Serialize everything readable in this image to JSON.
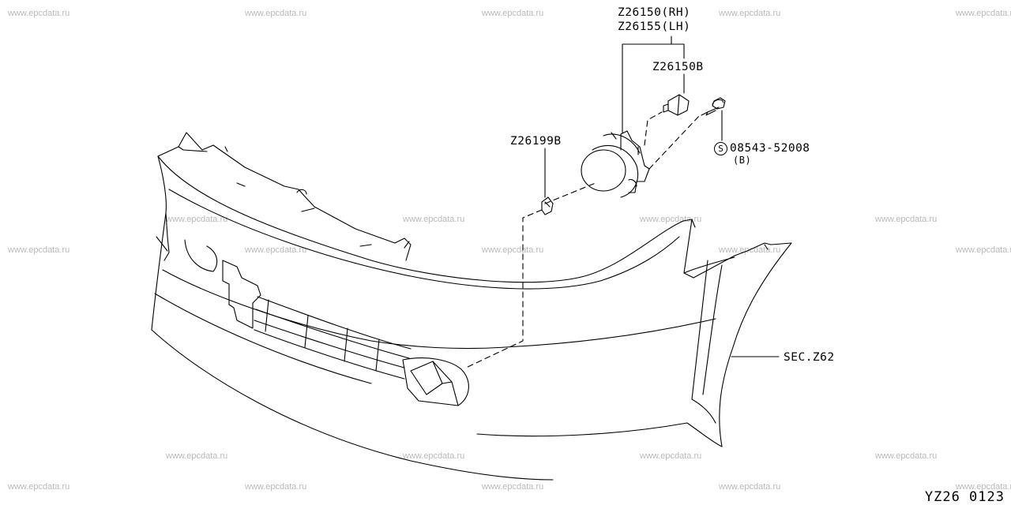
{
  "watermark": "www.epcdata.ru",
  "labels": {
    "part_fog_lamp_rh": "Z26150(RH)",
    "part_fog_lamp_lh": "Z26155(LH)",
    "part_bulb": "Z26150B",
    "part_clip": "Z26199B",
    "part_screw": "08543-52008",
    "part_screw_qty": "(B)",
    "screw_symbol": "S",
    "section_ref": "SEC.Z62"
  },
  "diagram_code": "YZ26 0123",
  "colors": {
    "line": "#000000",
    "watermark": "#b9b9b9"
  }
}
